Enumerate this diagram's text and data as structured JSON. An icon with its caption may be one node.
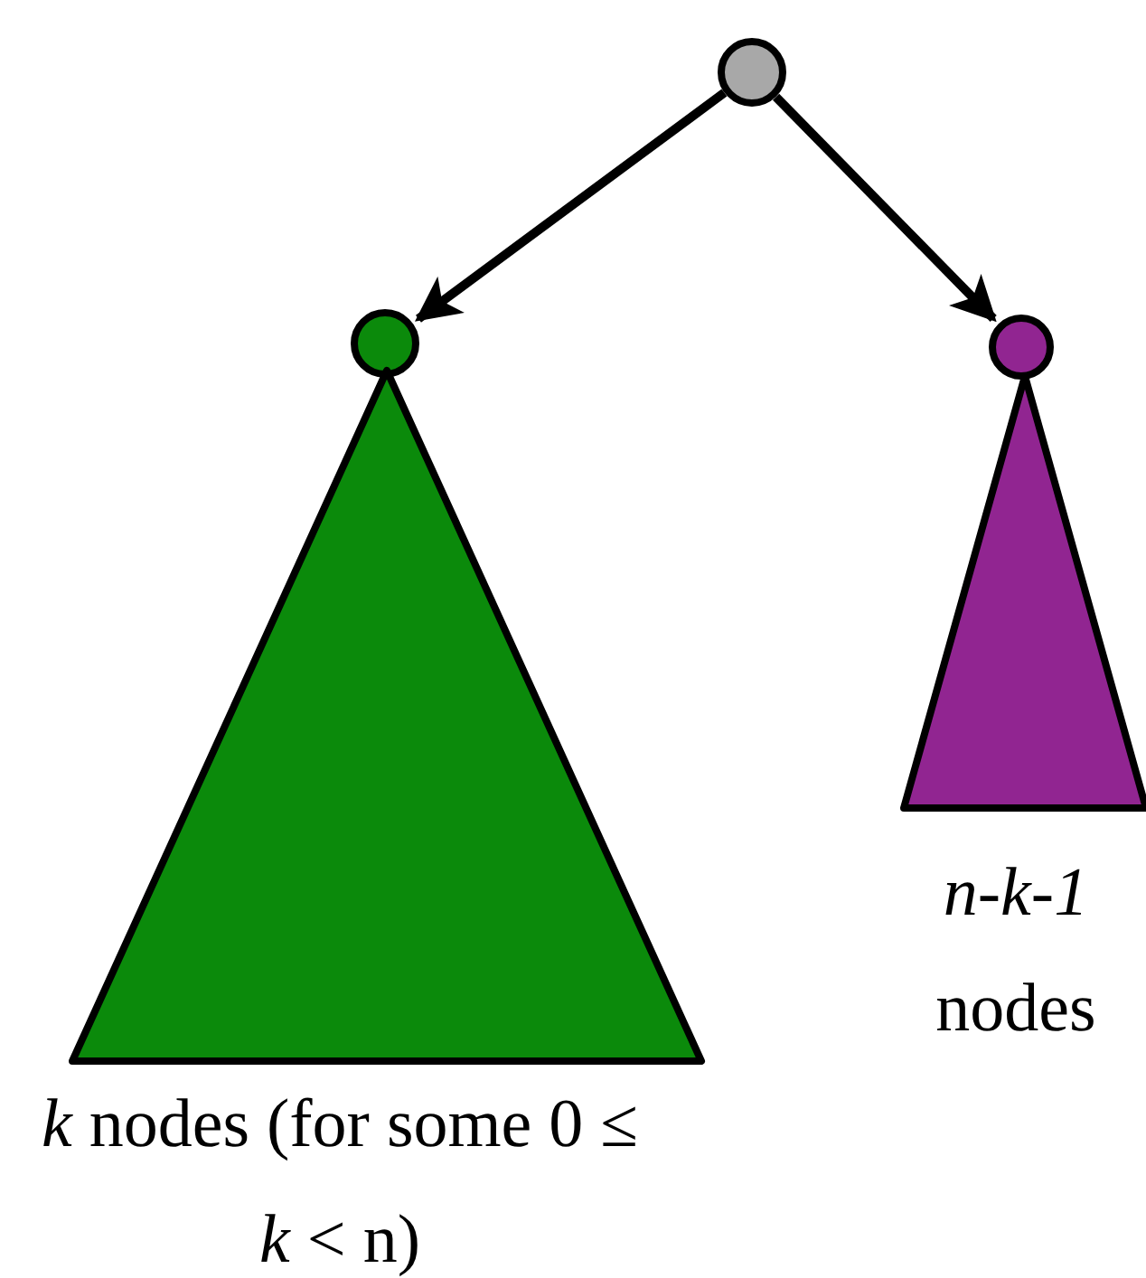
{
  "diagram": {
    "nodes": [
      {
        "text": [],
        "shape": "circle"
      },
      {
        "text": [],
        "shape": "circle"
      },
      {
        "text": [],
        "shape": "circle"
      },
      {
        "text": [
          "*k* nodes (for some 0 ≤ *k* < n)"
        ]
      },
      {
        "text": [
          "*n-k-1* nodes"
        ]
      }
    ],
    "edges": [
      {
        "from": 0,
        "to": 1,
        "arrow": "to"
      },
      {
        "from": 0,
        "to": 2,
        "arrow": "to"
      }
    ]
  }
}
